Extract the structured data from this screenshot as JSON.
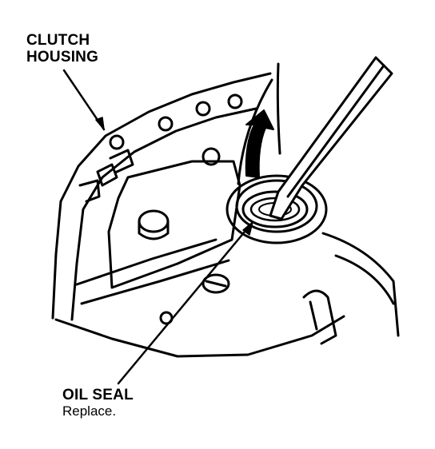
{
  "labels": {
    "clutch_housing": {
      "line1": "CLUTCH",
      "line2": "HOUSING"
    },
    "oil_seal": {
      "name": "OIL SEAL",
      "instruction": "Replace."
    }
  },
  "colors": {
    "ink": "#000000",
    "paper": "#ffffff"
  },
  "icons": {
    "tool": "screwdriver-icon",
    "motion": "pry-direction-arrow-icon"
  }
}
